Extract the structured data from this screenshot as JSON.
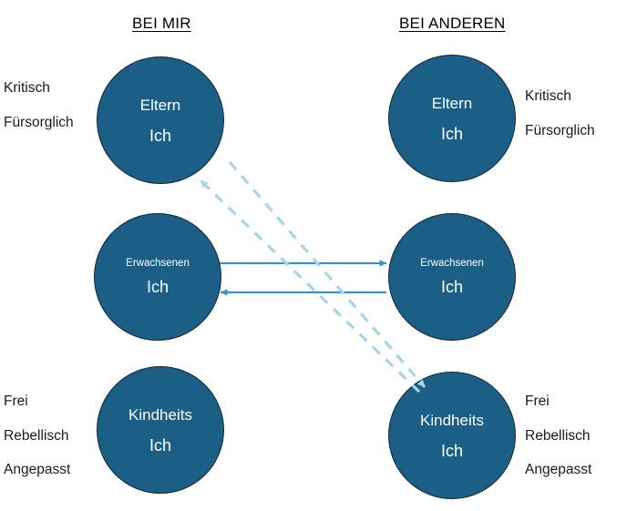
{
  "headers": {
    "left": "BEI MIR",
    "right": "BEI ANDEREN"
  },
  "circles": {
    "eltern_mir": {
      "line1": "Eltern",
      "line2": "Ich"
    },
    "erwachsenen_mir": {
      "line1": "Erwachsenen",
      "line2": "Ich"
    },
    "kindheits_mir": {
      "line1": "Kindheits",
      "line2": "Ich"
    },
    "eltern_andere": {
      "line1": "Eltern",
      "line2": "Ich"
    },
    "erwachsenen_andere": {
      "line1": "Erwachsenen",
      "line2": "Ich"
    },
    "kindheits_andere": {
      "line1": "Kindheits",
      "line2": "Ich"
    }
  },
  "traits": {
    "eltern_left": [
      "Kritisch",
      "Fürsorglich"
    ],
    "eltern_right": [
      "Kritisch",
      "Fürsorglich"
    ],
    "kind_left": [
      "Frei",
      "Rebellisch",
      "Angepasst"
    ],
    "kind_right": [
      "Frei",
      "Rebellisch",
      "Angepasst"
    ]
  },
  "arrows": {
    "adult_to_adult_right": {
      "style": "solid",
      "direction": "left-to-right"
    },
    "adult_to_adult_left": {
      "style": "solid",
      "direction": "right-to-left"
    },
    "crossed_up_left": {
      "style": "dashed",
      "direction": "down-right-to-up-left"
    },
    "crossed_down_right": {
      "style": "dashed",
      "direction": "up-left-to-down-right"
    }
  },
  "colors": {
    "circle_fill": "#1b5f86",
    "circle_border": "#13293b",
    "circle_text": "#ffffff",
    "solid_arrow": "#3f90c2",
    "dashed_arrow": "#a8d4e8",
    "label_text": "#1a1a1a",
    "background": "#ffffff"
  }
}
